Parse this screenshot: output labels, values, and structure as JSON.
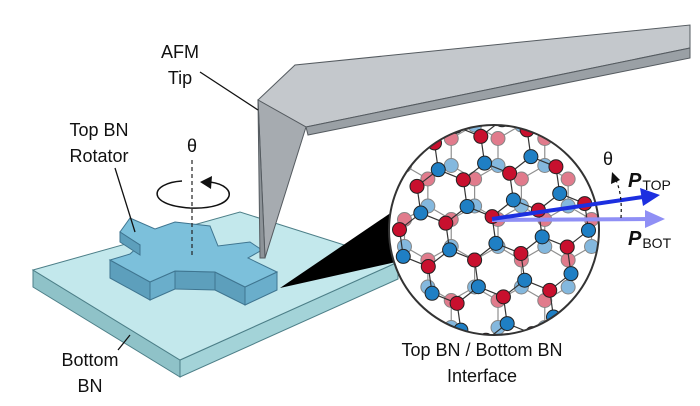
{
  "labels": {
    "afm_line1": "AFM",
    "afm_line2": "Tip",
    "rotator_line1": "Top BN",
    "rotator_line2": "Rotator",
    "theta_axis": "θ",
    "bottom_line1": "Bottom",
    "bottom_line2": "BN",
    "interface_line1": "Top BN / Bottom BN",
    "interface_line2": "Interface",
    "theta_vector": "θ",
    "p_top_main": "P",
    "p_top_sub": "TOP",
    "p_bot_main": "P",
    "p_bot_sub": "BOT"
  },
  "colors": {
    "boron": "#c8102e",
    "nitrogen": "#1f7fc4",
    "slab": "#bfe6ea",
    "rotator": "#7cc0db",
    "tip": "#b9bec3",
    "p_top": "#1c2fe0",
    "p_bot": "#8f8ff5"
  }
}
